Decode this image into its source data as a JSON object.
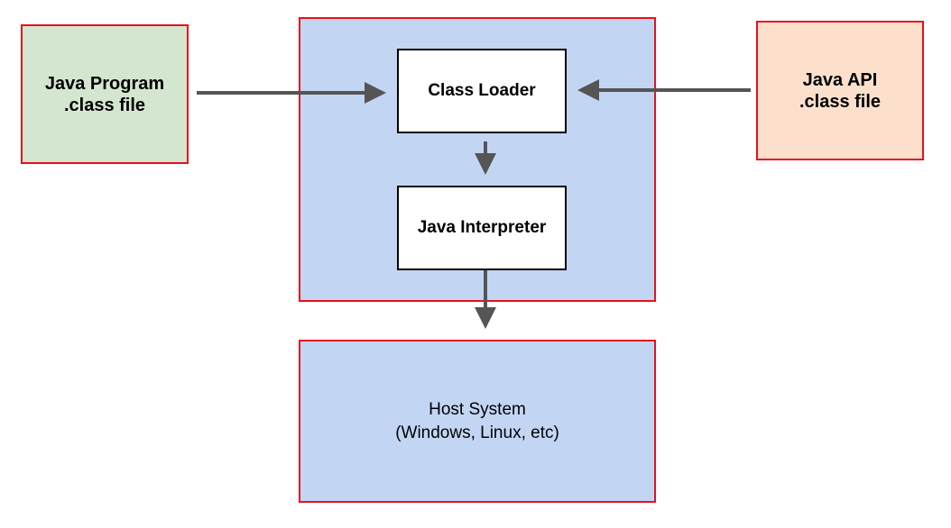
{
  "nodes": {
    "java_program": {
      "line1": "Java Program",
      "line2": ".class file"
    },
    "java_api": {
      "line1": "Java API",
      "line2": ".class file"
    },
    "class_loader": {
      "label": "Class Loader"
    },
    "java_interpreter": {
      "label": "Java Interpreter"
    },
    "host_system": {
      "line1": "Host System",
      "line2": "(Windows, Linux, etc)"
    }
  },
  "colors": {
    "outline": "#e8101e",
    "program_fill": "#d4e6cf",
    "api_fill": "#fce0cc",
    "jvm_fill": "#c2d6f4",
    "host_fill": "#c2d6f4",
    "arrow": "#555555"
  },
  "edges": [
    {
      "from": "java_program",
      "to": "class_loader"
    },
    {
      "from": "java_api",
      "to": "class_loader"
    },
    {
      "from": "class_loader",
      "to": "java_interpreter"
    },
    {
      "from": "java_interpreter",
      "to": "host_system"
    }
  ]
}
